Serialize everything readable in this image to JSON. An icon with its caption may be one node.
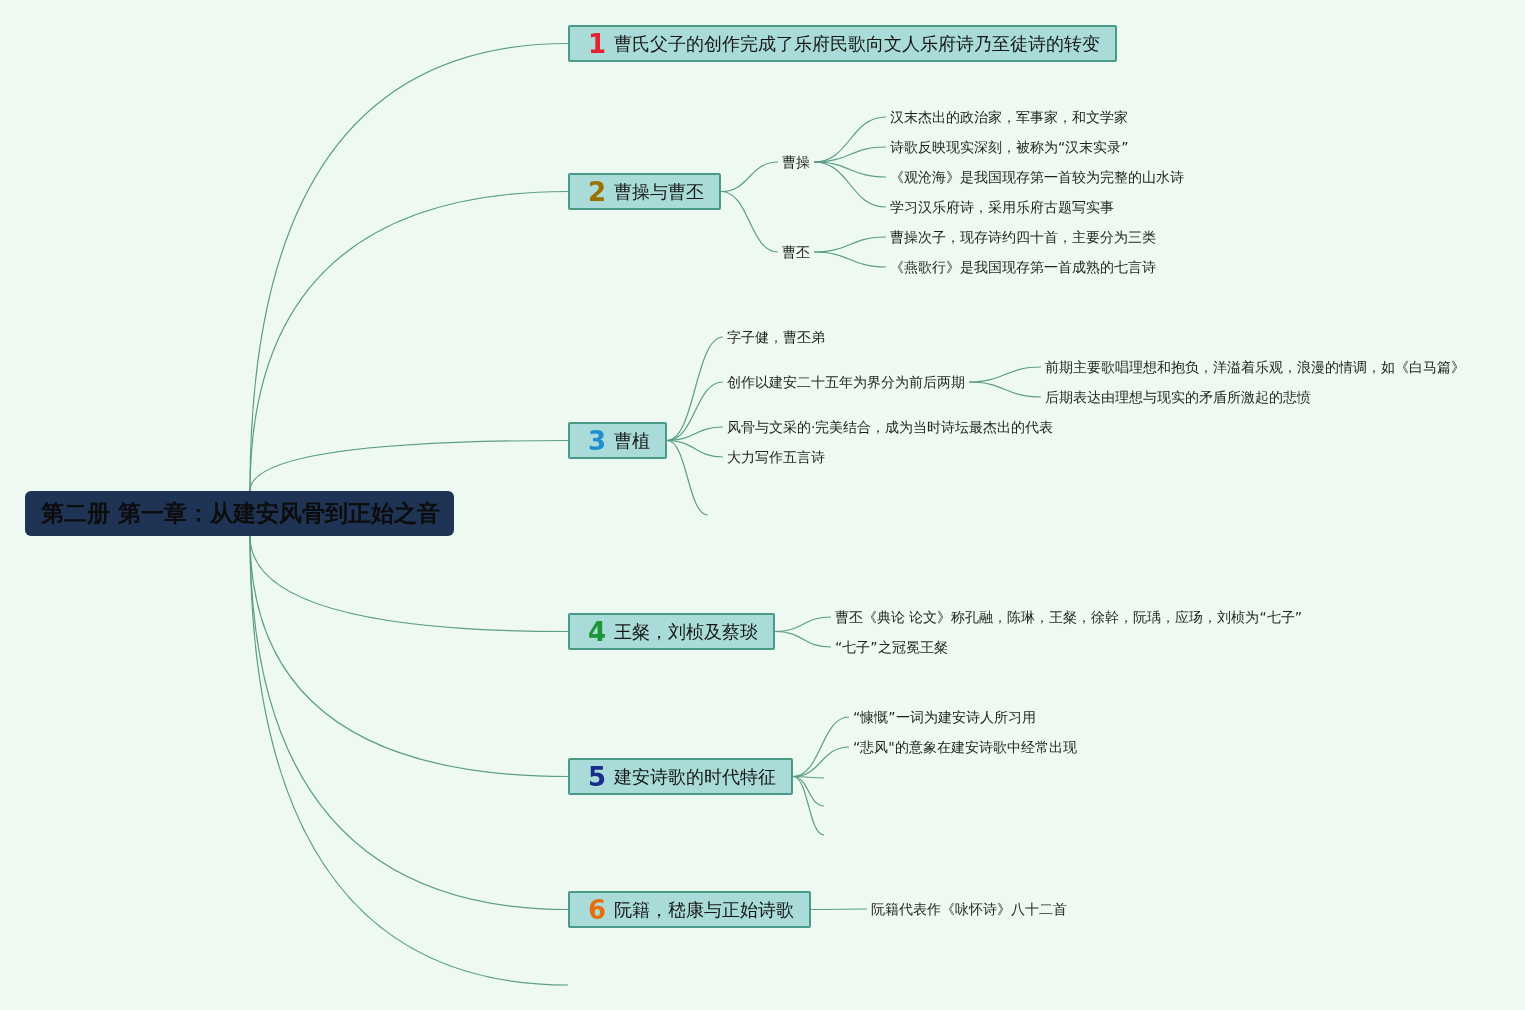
{
  "diagram": {
    "nodes": [
      {
        "text": [
          "第二册 第一章：从建安风骨到正始之音"
        ]
      },
      {
        "text": [
          "1",
          "曹氏父子的创作完成了乐府民歌向文人乐府诗乃至徒诗的转变"
        ]
      },
      {
        "text": [
          "2",
          "曹操与曹丕"
        ]
      },
      {
        "text": [
          "曹操"
        ]
      },
      {
        "text": [
          "汉末杰出的政治家，军事家，和文学家"
        ]
      },
      {
        "text": [
          "诗歌反映现实深刻，被称为“汉末实录”"
        ]
      },
      {
        "text": [
          "《观沧海》是我国现存第一首较为完整的山水诗"
        ]
      },
      {
        "text": [
          "学习汉乐府诗，采用乐府古题写实事"
        ]
      },
      {
        "text": [
          "曹丕"
        ]
      },
      {
        "text": [
          "曹操次子，现存诗约四十首，主要分为三类"
        ]
      },
      {
        "text": [
          "《燕歌行》是我国现存第一首成熟的七言诗"
        ]
      },
      {
        "text": [
          "3",
          "曹植"
        ]
      },
      {
        "text": [
          "字子健，曹丕弟"
        ]
      },
      {
        "text": [
          "创作以建安二十五年为界分为前后两期"
        ]
      },
      {
        "text": [
          "前期主要歌唱理想和抱负，洋溢着乐观，浪漫的情调，如《白马篇》"
        ]
      },
      {
        "text": [
          "后期表达由理想与现实的矛盾所激起的悲愤"
        ]
      },
      {
        "text": [
          "风骨与文采的·完美结合，成为当时诗坛最杰出的代表"
        ]
      },
      {
        "text": [
          "大力写作五言诗"
        ]
      },
      {
        "text": [
          "4",
          "王粲，刘桢及蔡琰"
        ]
      },
      {
        "text": [
          "曹丕《典论 论文》称孔融，陈琳，王粲，徐幹，阮瑀，应玚，刘桢为“七子”"
        ]
      },
      {
        "text": [
          "“七子”之冠冕王粲"
        ]
      },
      {
        "text": [
          "5",
          "建安诗歌的时代特征"
        ]
      },
      {
        "text": [
          "“慷慨”一词为建安诗人所习用"
        ]
      },
      {
        "text": [
          "“悲风\"的意象在建安诗歌中经常出现"
        ]
      },
      {
        "text": [
          "6",
          "阮籍，嵇康与正始诗歌"
        ]
      },
      {
        "text": [
          "阮籍代表作《咏怀诗》八十二首"
        ]
      }
    ],
    "edges": [
      {
        "from": 0,
        "to": 1,
        "arrow": "none"
      },
      {
        "from": 0,
        "to": 2,
        "arrow": "none"
      },
      {
        "from": 2,
        "to": 3,
        "arrow": "none"
      },
      {
        "from": 3,
        "to": 4,
        "arrow": "none"
      },
      {
        "from": 3,
        "to": 5,
        "arrow": "none"
      },
      {
        "from": 3,
        "to": 6,
        "arrow": "none"
      },
      {
        "from": 3,
        "to": 7,
        "arrow": "none"
      },
      {
        "from": 2,
        "to": 8,
        "arrow": "none"
      },
      {
        "from": 8,
        "to": 9,
        "arrow": "none"
      },
      {
        "from": 8,
        "to": 10,
        "arrow": "none"
      },
      {
        "from": 0,
        "to": 11,
        "arrow": "none"
      },
      {
        "from": 11,
        "to": 12,
        "arrow": "none"
      },
      {
        "from": 11,
        "to": 13,
        "arrow": "none"
      },
      {
        "from": 13,
        "to": 14,
        "arrow": "none"
      },
      {
        "from": 13,
        "to": 15,
        "arrow": "none"
      },
      {
        "from": 11,
        "to": 16,
        "arrow": "none"
      },
      {
        "from": 11,
        "to": 17,
        "arrow": "none"
      },
      {
        "from": 11,
        "to": null,
        "arrow": "none"
      },
      {
        "from": 0,
        "to": 18,
        "arrow": "none"
      },
      {
        "from": 18,
        "to": 19,
        "arrow": "none"
      },
      {
        "from": 18,
        "to": 20,
        "arrow": "none"
      },
      {
        "from": 0,
        "to": 21,
        "arrow": "none"
      },
      {
        "from": 21,
        "to": 22,
        "arrow": "none"
      },
      {
        "from": 21,
        "to": 23,
        "arrow": "none"
      },
      {
        "from": 21,
        "to": null,
        "arrow": "none"
      },
      {
        "from": 21,
        "to": null,
        "arrow": "none"
      },
      {
        "from": 21,
        "to": null,
        "arrow": "none"
      },
      {
        "from": 0,
        "to": 24,
        "arrow": "none"
      },
      {
        "from": 24,
        "to": 25,
        "arrow": "none"
      },
      {
        "from": 0,
        "to": null,
        "arrow": "none"
      }
    ]
  }
}
